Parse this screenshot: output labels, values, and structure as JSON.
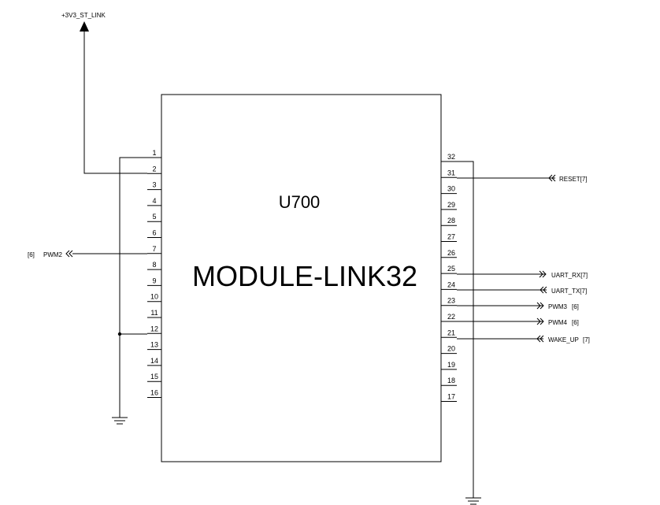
{
  "component": {
    "ref": "U700",
    "value": "MODULE-LINK32"
  },
  "left_pins": [
    "1",
    "2",
    "3",
    "4",
    "5",
    "6",
    "7",
    "8",
    "9",
    "10",
    "11",
    "12",
    "13",
    "14",
    "15",
    "16"
  ],
  "right_pins": [
    "32",
    "31",
    "30",
    "29",
    "28",
    "27",
    "26",
    "25",
    "24",
    "23",
    "22",
    "21",
    "20",
    "19",
    "18",
    "17"
  ],
  "nets": {
    "power": "+3V3_ST_LINK",
    "pwm2": "PWM2",
    "pwm2_ref": "[6]",
    "reset": "RESET[7]",
    "uart_rx": "UART_RX[7]",
    "uart_tx": "UART_TX[7]",
    "pwm3": "PWM3",
    "pwm3_ref": "[6]",
    "pwm4": "PWM4",
    "pwm4_ref": "[6]",
    "wake_up": "WAKE_UP",
    "wake_up_ref": "[7]"
  }
}
